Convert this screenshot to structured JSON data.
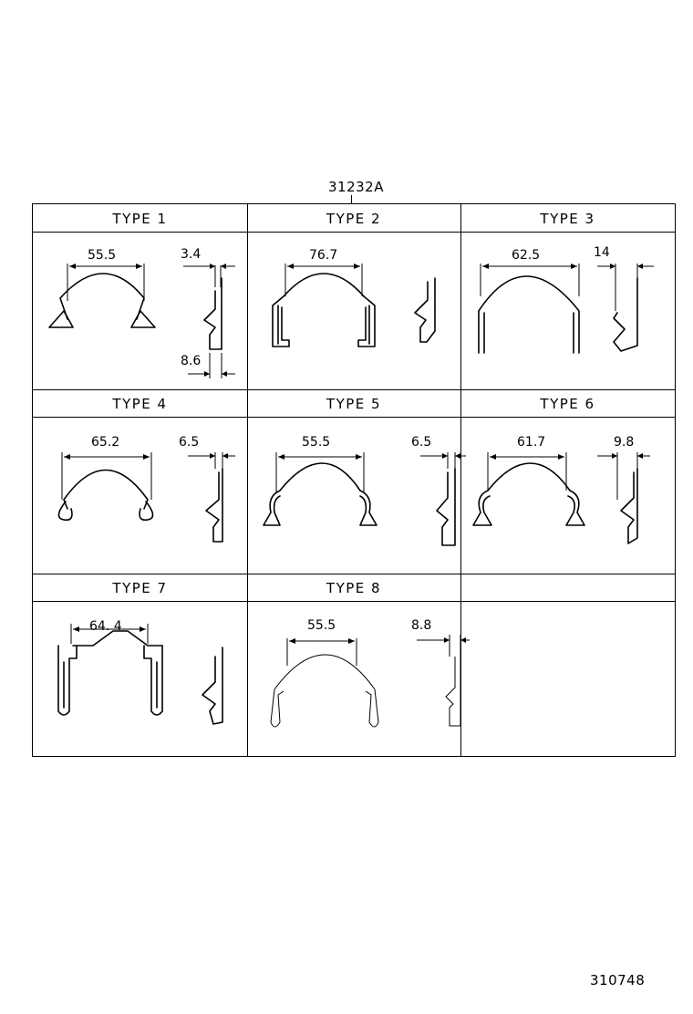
{
  "part_number": "31232A",
  "document_number": "310748",
  "types": [
    {
      "label": "TYPE 1",
      "width_dim": "55.5",
      "side_dims": [
        "3.4",
        "8.6"
      ]
    },
    {
      "label": "TYPE 2",
      "width_dim": "76.7",
      "side_dims": []
    },
    {
      "label": "TYPE 3",
      "width_dim": "62.5",
      "side_dims": [
        "14"
      ]
    },
    {
      "label": "TYPE 4",
      "width_dim": "65.2",
      "side_dims": [
        "6.5"
      ]
    },
    {
      "label": "TYPE 5",
      "width_dim": "55.5",
      "side_dims": [
        "6.5"
      ]
    },
    {
      "label": "TYPE 6",
      "width_dim": "61.7",
      "side_dims": [
        "9.8"
      ]
    },
    {
      "label": "TYPE 7",
      "width_dim": "64. 4",
      "side_dims": []
    },
    {
      "label": "TYPE 8",
      "width_dim": "55.5",
      "side_dims": [
        "8.8"
      ]
    }
  ]
}
